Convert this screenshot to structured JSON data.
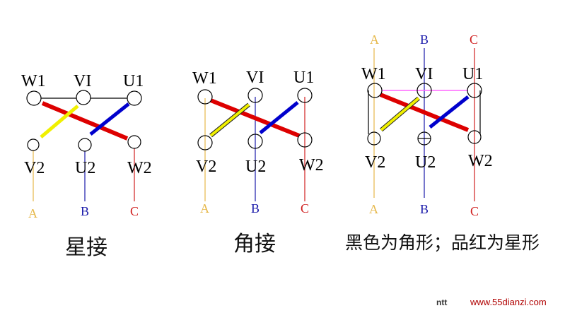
{
  "terminal_labels": {
    "W1": "W1",
    "VI": "VI",
    "U1": "U1",
    "V2": "V2",
    "U2": "U2",
    "W2": "W2"
  },
  "phase_labels": {
    "A": "A",
    "B": "B",
    "C": "C"
  },
  "captions": {
    "star": "星接",
    "delta": "角接",
    "combined": "黑色为角形；品红为星形"
  },
  "watermark": {
    "prefix": "ntt",
    "site": "www.55dianzi.com"
  },
  "colors": {
    "phase_a": "#e6b84a",
    "phase_b": "#1a1aaa",
    "phase_c": "#d02020",
    "red_link": "#dd0000",
    "blue_link": "#0000cc",
    "yellow_link": "#f0f000",
    "yellow_link_outline": "#222222",
    "star_bus": "#ff66ff",
    "delta_bus": "#000000"
  }
}
